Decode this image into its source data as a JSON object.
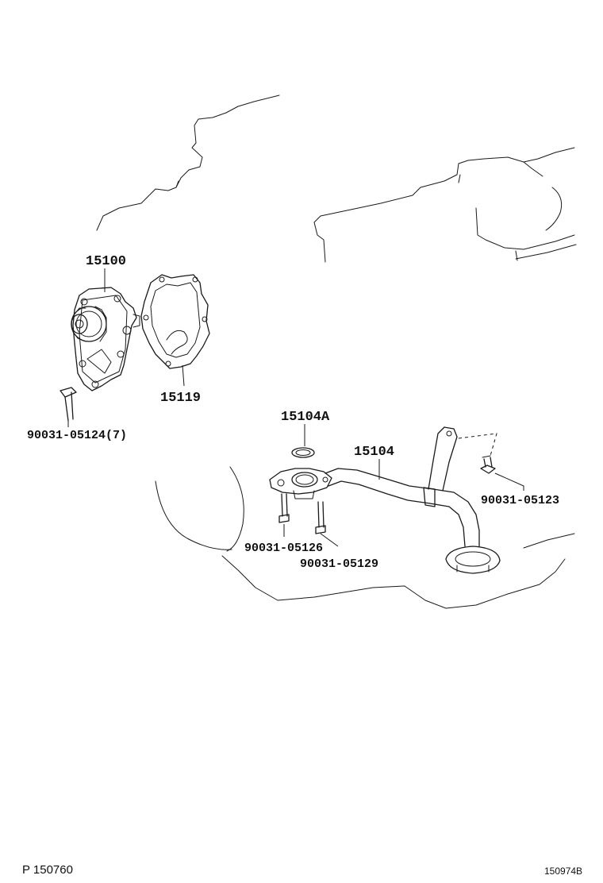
{
  "parts": {
    "oil_pump": "15100",
    "pump_gasket": "15119",
    "strainer_gasket": "15104A",
    "oil_strainer": "15104",
    "bolt_pump": "90031-05124(7)",
    "bolt_bracket": "90031-05123",
    "bolt_strainer_a": "90031-05126",
    "bolt_strainer_b": "90031-05129"
  },
  "footer": {
    "page_code": "P 150760",
    "figure_code": "150974B"
  }
}
